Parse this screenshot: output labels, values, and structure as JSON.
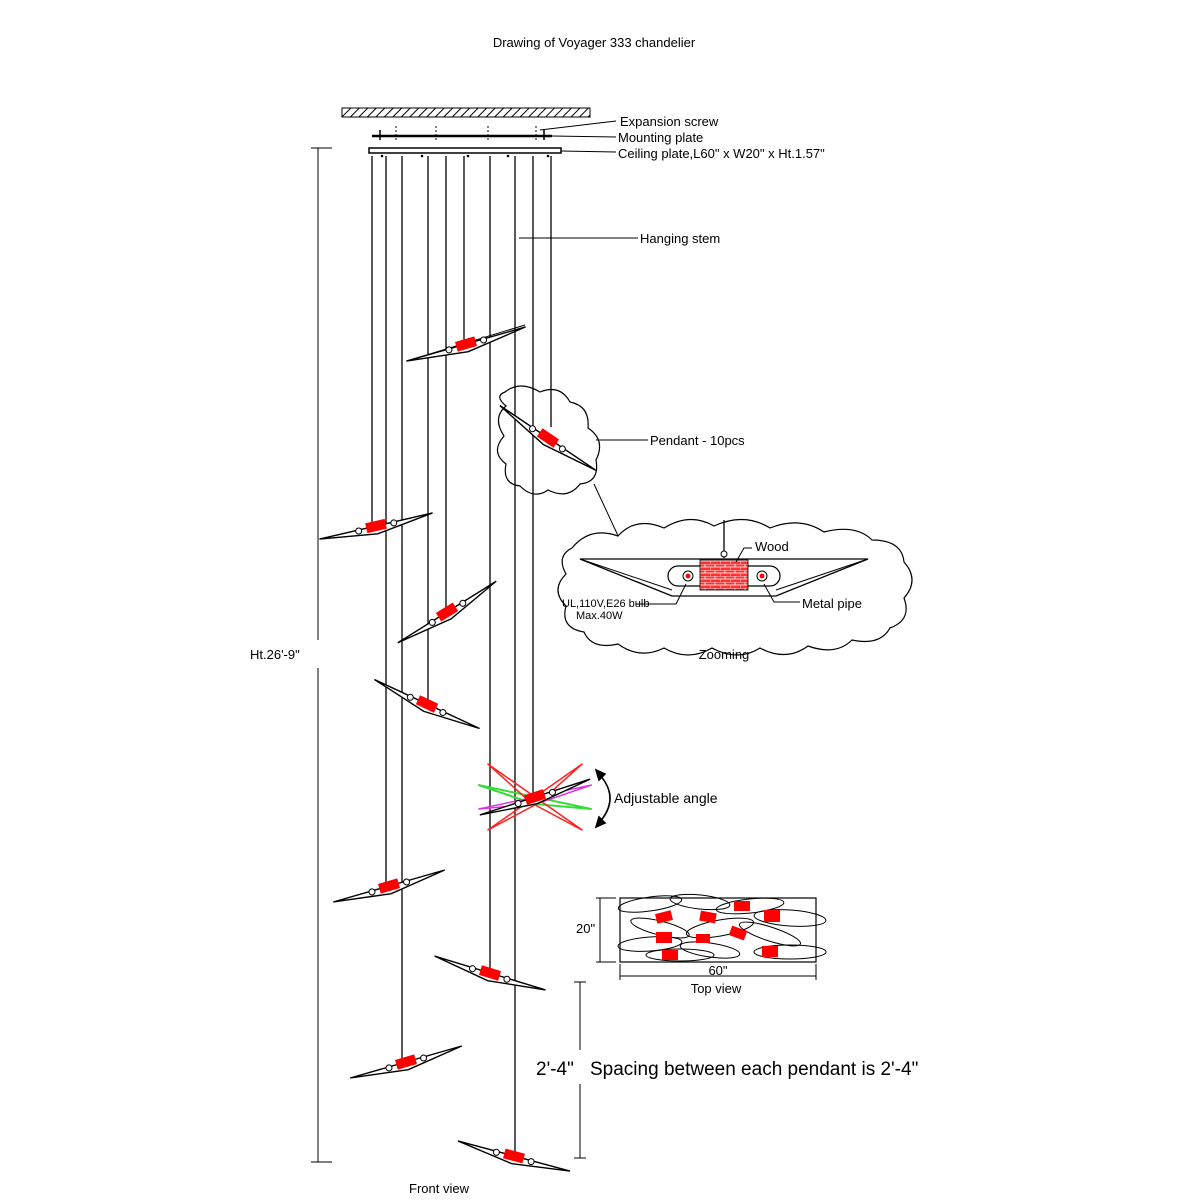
{
  "title": "Drawing of Voyager 333 chandelier",
  "labels": {
    "expansion_screw": "Expansion screw",
    "mounting_plate": "Mounting plate",
    "ceiling_plate": "Ceiling plate,L60\" x W20\" x Ht.1.57\"",
    "hanging_stem": "Hanging stem",
    "pendant": "Pendant - 10pcs",
    "wood": "Wood",
    "bulb_line1": "UL,110V,E26 bulb",
    "bulb_line2": "Max.40W",
    "metal_pipe": "Metal pipe",
    "zooming": "Zooming",
    "height": "Ht.26'-9\"",
    "adjustable_angle": "Adjustable angle",
    "width_dim": "20\"",
    "length_dim": "60\"",
    "top_view": "Top view",
    "spacing_dim": "2'-4\"",
    "spacing_note": "Spacing between each pendant is 2'-4\"",
    "front_view": "Front view"
  },
  "colors": {
    "line": "#000000",
    "accent_red": "#ff0000",
    "angle_green": "#33dd33",
    "angle_magenta": "#dd33dd",
    "angle_red": "#ff2222"
  }
}
